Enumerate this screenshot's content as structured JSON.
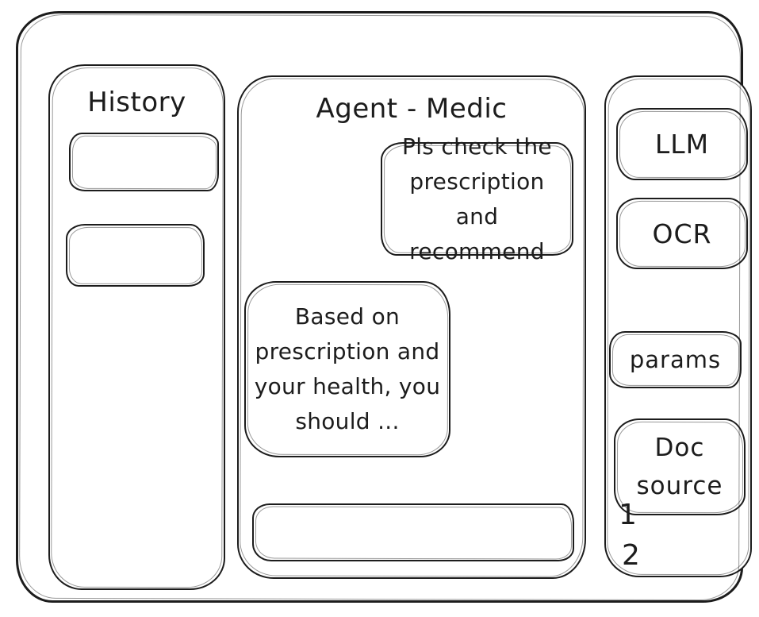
{
  "colors": {
    "stroke": "#1c1c1c",
    "background": "#ffffff"
  },
  "history": {
    "title": "History",
    "items": [
      {
        "label": ""
      },
      {
        "label": ""
      }
    ]
  },
  "chat": {
    "title": "Agent - Medic",
    "messages": [
      {
        "role": "user",
        "text": "Pls check the prescription and recommend"
      },
      {
        "role": "assistant",
        "text": "Based on prescription and your health, you should ..."
      }
    ],
    "input": {
      "value": ""
    }
  },
  "tools": {
    "items": [
      {
        "label": "LLM"
      },
      {
        "label": "OCR"
      },
      {
        "label": "params"
      },
      {
        "label": "Doc source"
      }
    ],
    "doc_source_notes": [
      "1",
      "2"
    ]
  }
}
